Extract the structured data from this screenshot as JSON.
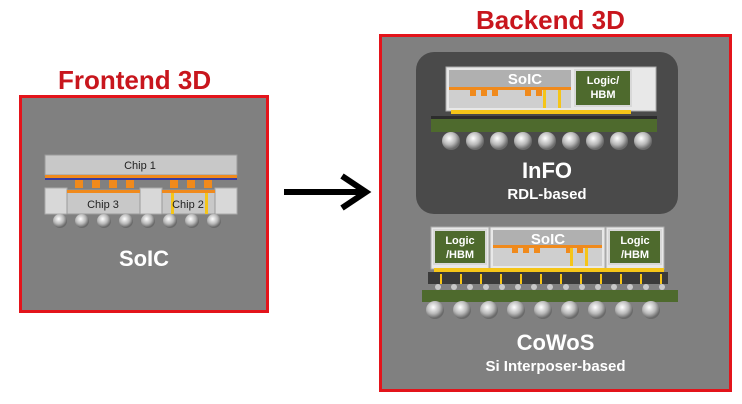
{
  "frontend": {
    "title": "Frontend 3D",
    "chip1": "Chip 1",
    "chip2": "Chip 2",
    "chip3": "Chip 3",
    "label": "SoIC"
  },
  "backend": {
    "title": "Backend 3D",
    "info": {
      "soic": "SoIC",
      "logic": "Logic/\nHBM",
      "label": "InFO",
      "sublabel": "RDL-based"
    },
    "cowos": {
      "soic": "SoIC",
      "logic_left": "Logic\n/HBM",
      "logic_right": "Logic\n/HBM",
      "label": "CoWoS",
      "sublabel": "Si Interposer-based"
    }
  },
  "colors": {
    "accent_red": "#e3141b",
    "title_red": "#c8161d",
    "panel_gray": "#808080",
    "substrate_green": "#4e6a2d",
    "bump_orange": "#f08a1c",
    "bump_yellow": "#f5c518"
  }
}
